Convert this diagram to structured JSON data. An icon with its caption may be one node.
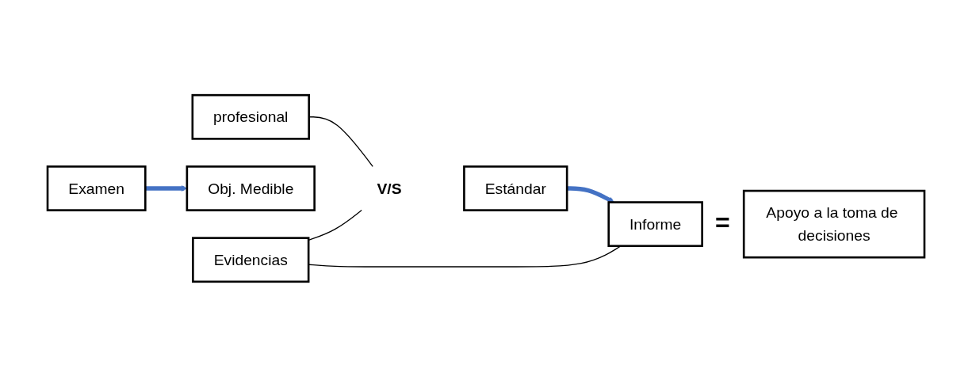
{
  "diagram": {
    "nodes": [
      {
        "text": [
          "profesional"
        ]
      },
      {
        "text": [
          "Examen"
        ]
      },
      {
        "text": [
          "Obj. Medible"
        ]
      },
      {
        "text": [
          "V/S"
        ]
      },
      {
        "text": [
          "Estándar"
        ]
      },
      {
        "text": [
          "Informe"
        ]
      },
      {
        "text": [
          "Apoyo a la toma de decisiones"
        ]
      },
      {
        "text": [
          "Evidencias"
        ]
      }
    ],
    "edges": [
      {
        "from": 1,
        "to": 2,
        "arrow": "to",
        "style": "thick",
        "color": "#4472c4"
      },
      {
        "from": 0,
        "to": 3,
        "arrow": "none"
      },
      {
        "from": 4,
        "to": 5,
        "arrow": "to",
        "style": "thick",
        "color": "#4472c4"
      },
      {
        "from": 7,
        "to": 3,
        "arrow": "none"
      },
      {
        "from": 7,
        "to": 5,
        "arrow": "none"
      }
    ],
    "labels": [
      "="
    ]
  }
}
